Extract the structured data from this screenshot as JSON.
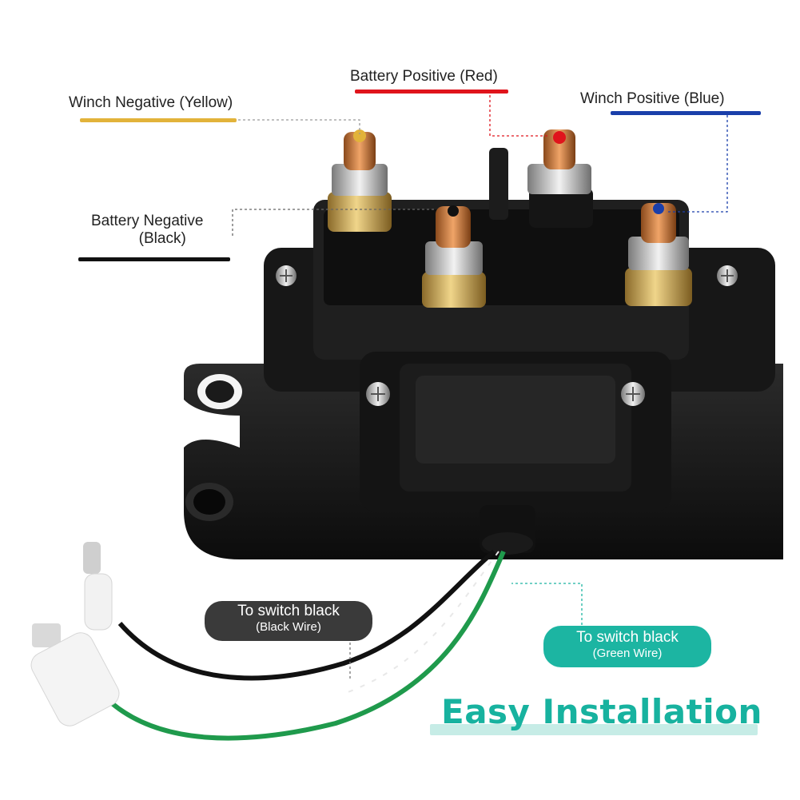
{
  "labels": {
    "winch_negative": "Winch Negative (Yellow)",
    "battery_positive": "Battery Positive (Red)",
    "winch_positive": "Winch Positive (Blue)",
    "battery_negative_line1": "Battery Negative",
    "battery_negative_line2": "(Black)"
  },
  "callouts": {
    "black_wire_title": "To switch black",
    "black_wire_sub": "(Black Wire)",
    "green_wire_title": "To switch black",
    "green_wire_sub": "(Green Wire)"
  },
  "headline": "Easy Installation",
  "colors": {
    "yellow": "#e2b33a",
    "red": "#e0141c",
    "blue": "#1a3faa",
    "black": "#111111",
    "teal": "#1cb5a2",
    "dark_pill": "#3a3a3a"
  }
}
